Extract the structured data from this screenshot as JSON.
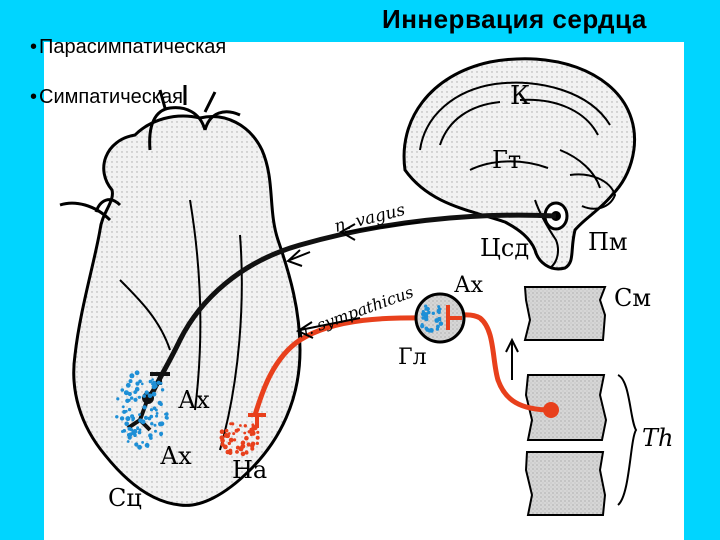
{
  "title": "Иннервация сердца",
  "bullets": [
    "Парасимпатическая",
    "Симпатическая"
  ],
  "bullet_marker": "•",
  "colors": {
    "background": "#00d5ff",
    "panel": "#ffffff",
    "parasympathetic_fiber": "#111111",
    "sympathetic_fiber": "#e8401c",
    "acetylcholine_dots": "#1e8fd6",
    "noradrenaline_dots": "#e8401c",
    "tissue": "#cfcfcf"
  },
  "diagram": {
    "labels": {
      "cortex": "К",
      "hypothalamus": "Гт",
      "medulla": "Пм",
      "cardiovascular_center": "Цсд",
      "ganglion_ach": "Ах",
      "ganglion": "Гл",
      "spinal_cord": "См",
      "thoracic": "Th",
      "heart_ach_upper": "Ах",
      "heart_ach_lower": "Ах",
      "heart_na": "На",
      "heart": "Сц"
    },
    "nerves": {
      "vagus": "n. vagus",
      "sympathicus": "n. sympathicus"
    }
  }
}
